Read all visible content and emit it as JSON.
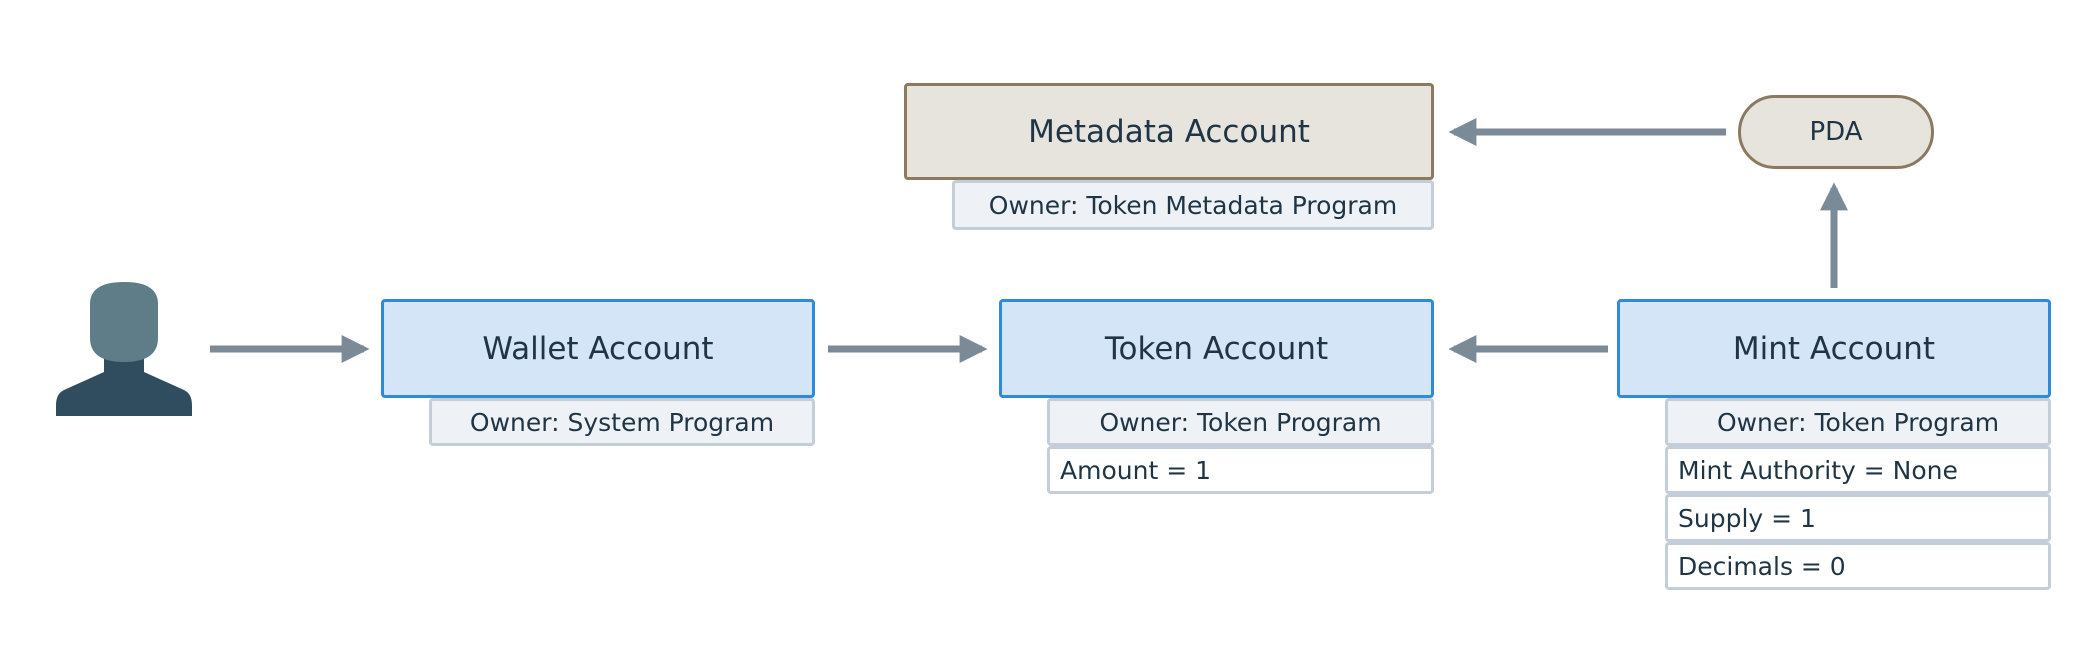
{
  "nodes": {
    "metadata_account": {
      "label": "Metadata Account",
      "owner": "Owner: Token Metadata Program"
    },
    "pda": {
      "label": "PDA"
    },
    "wallet_account": {
      "label": "Wallet Account",
      "owner": "Owner: System Program"
    },
    "token_account": {
      "label": "Token Account",
      "owner": "Owner: Token Program",
      "fields": [
        "Amount = 1"
      ]
    },
    "mint_account": {
      "label": "Mint Account",
      "owner": "Owner: Token Program",
      "fields": [
        "Mint Authority = None",
        "Supply = 1",
        "Decimals = 0"
      ]
    }
  },
  "edges": [
    {
      "from": "user",
      "to": "wallet_account"
    },
    {
      "from": "wallet_account",
      "to": "token_account"
    },
    {
      "from": "mint_account",
      "to": "token_account"
    },
    {
      "from": "mint_account",
      "to": "pda"
    },
    {
      "from": "pda",
      "to": "metadata_account"
    }
  ],
  "colors": {
    "account_fill": "#d3e5f6",
    "account_border": "#2f8ad8",
    "metadata_fill": "#e7e4de",
    "metadata_border": "#8b7a60",
    "arrow": "#7b8a97",
    "user_icon_head": "#5e7d88",
    "user_icon_body": "#2f4d5e"
  },
  "icons": {
    "user": "user-icon"
  }
}
